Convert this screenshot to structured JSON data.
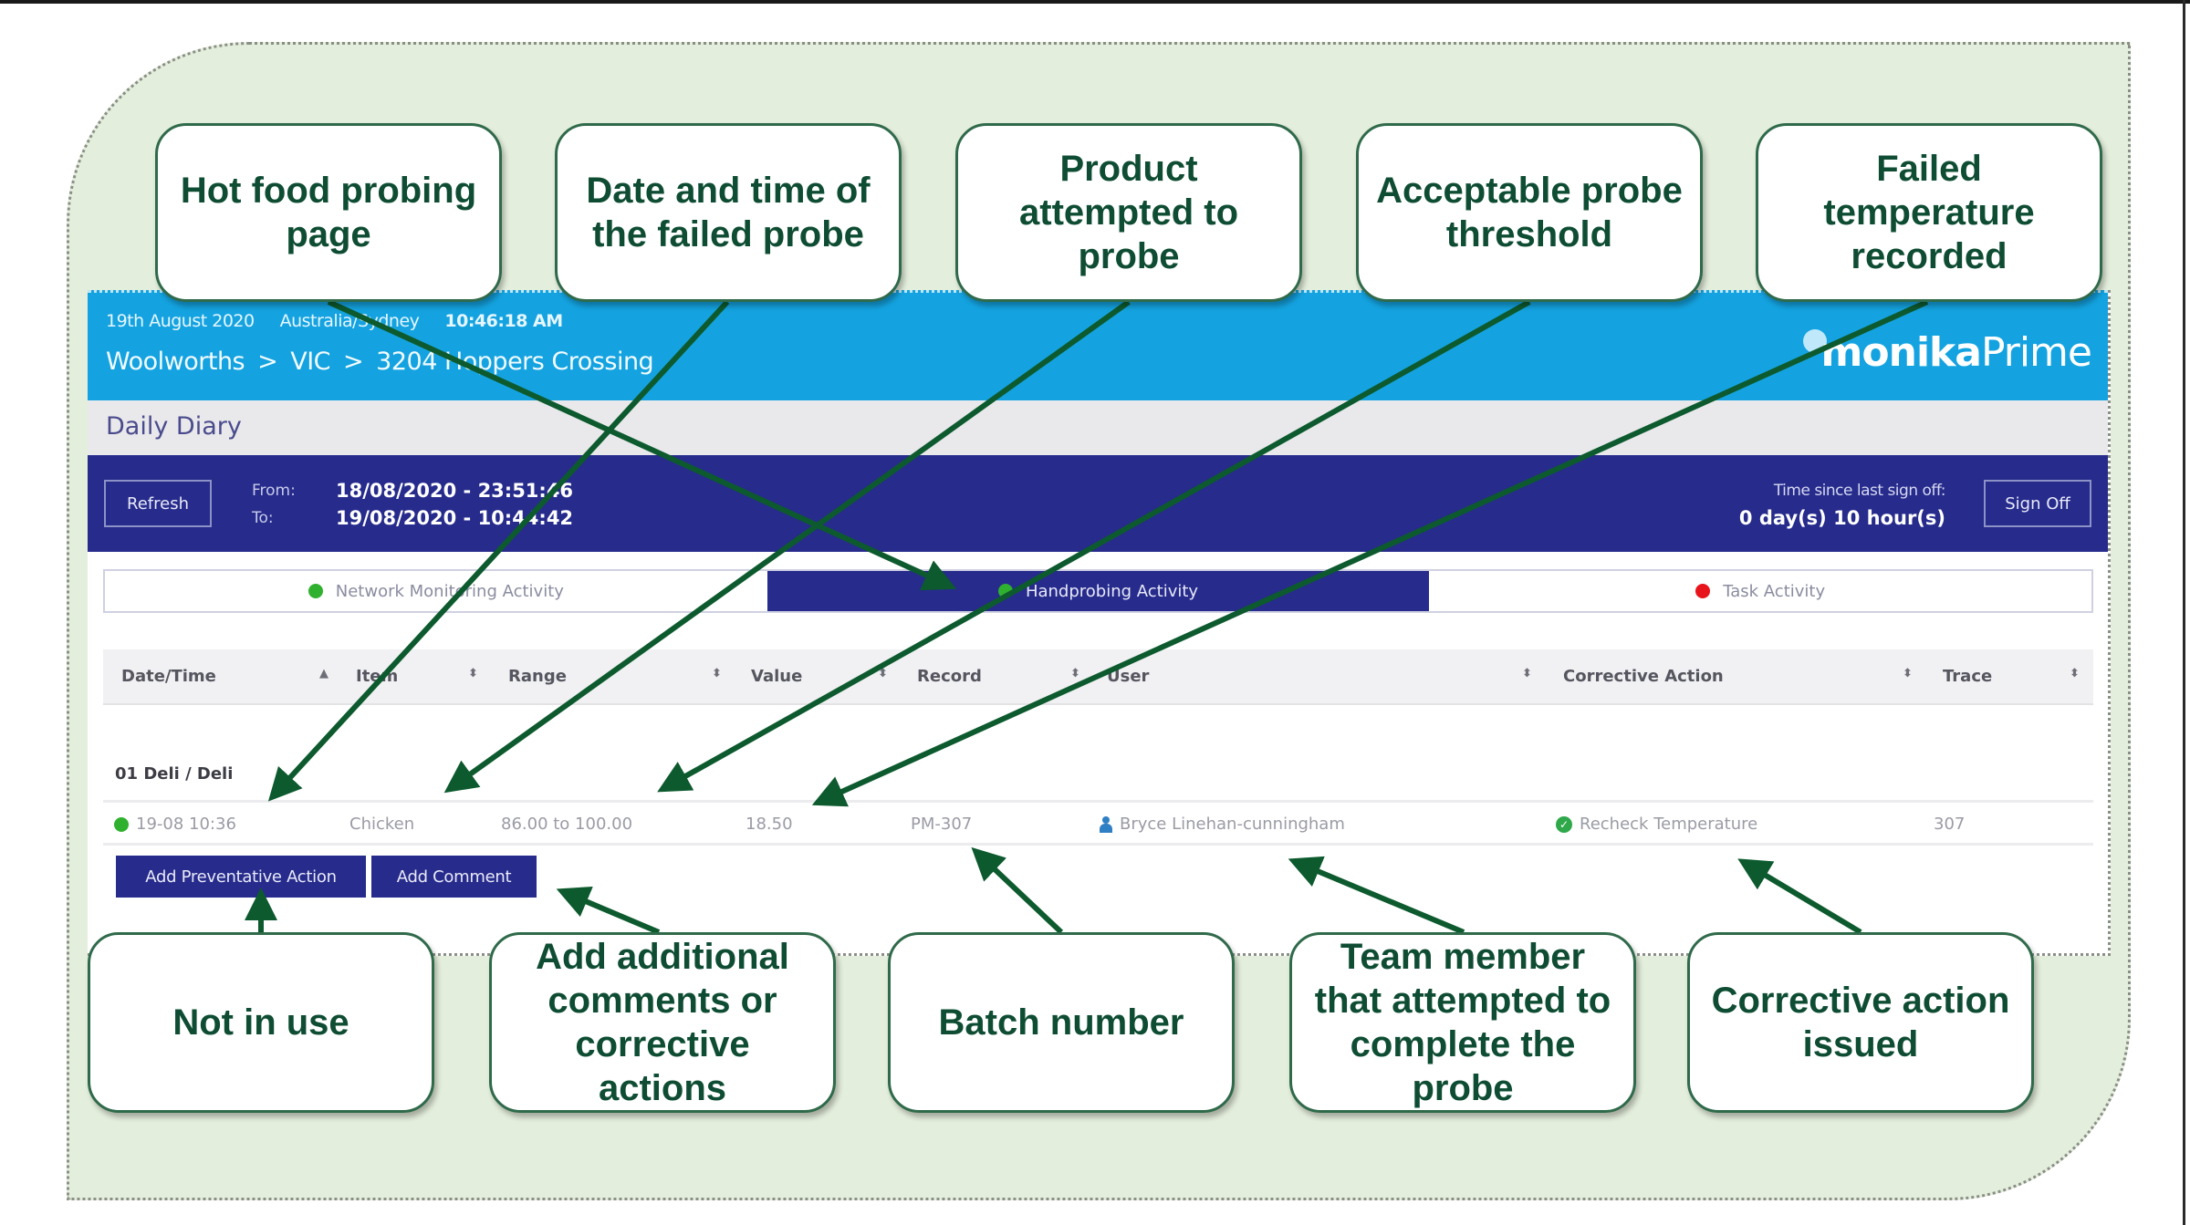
{
  "app": {
    "header": {
      "date": "19th August 2020",
      "timezone": "Australia/Sydney",
      "time": "10:46:18 AM",
      "breadcrumb": [
        "Woolworths",
        ">",
        "VIC",
        ">",
        "3204 Hoppers Crossing"
      ],
      "logo_bold": "monika",
      "logo_light": "Prime"
    },
    "page_title": "Daily Diary",
    "toolbar": {
      "refresh_label": "Refresh",
      "from_label": "From:",
      "from_value": "18/08/2020 - 23:51:46",
      "to_label": "To:",
      "to_value": "19/08/2020 - 10:44:42",
      "since_label": "Time since last sign off:",
      "since_value": "0 day(s) 10 hour(s)",
      "signoff_label": "Sign Off"
    },
    "tabs": [
      {
        "label": "Network Monitoring Activity",
        "status_color": "#2fb12f",
        "active": false
      },
      {
        "label": "Handprobing Activity",
        "status_color": "#2fb12f",
        "active": true
      },
      {
        "label": "Task Activity",
        "status_color": "#e8141c",
        "active": false
      }
    ],
    "table": {
      "columns": [
        "Date/Time",
        "Item",
        "Range",
        "Value",
        "Record",
        "User",
        "Corrective Action",
        "Trace"
      ],
      "group": "01 Deli / Deli",
      "rows": [
        {
          "status_color": "#2fb12f",
          "datetime": "19-08 10:36",
          "item": "Chicken",
          "range": "86.00 to 100.00",
          "value": "18.50",
          "record": "PM-307",
          "user": "Bryce Linehan-cunningham",
          "corrective_action": "Recheck Temperature",
          "trace": "307"
        }
      ]
    },
    "actions": {
      "preventative_label": "Add Preventative Action",
      "comment_label": "Add Comment"
    }
  },
  "callouts": {
    "top": [
      "Hot food probing page",
      "Date and time of the failed probe",
      "Product attempted to probe",
      "Acceptable probe threshold",
      "Failed temperature recorded"
    ],
    "bottom": [
      "Not in use",
      "Add additional comments or corrective actions",
      "Batch number",
      "Team member that attempted to complete the probe",
      "Corrective action issued"
    ]
  },
  "colors": {
    "callout_text": "#0e4d33",
    "arrow": "#0d5a2e",
    "header_blue": "#14a3e0",
    "navy": "#262b8c",
    "frame_bg": "#e4eedc"
  }
}
